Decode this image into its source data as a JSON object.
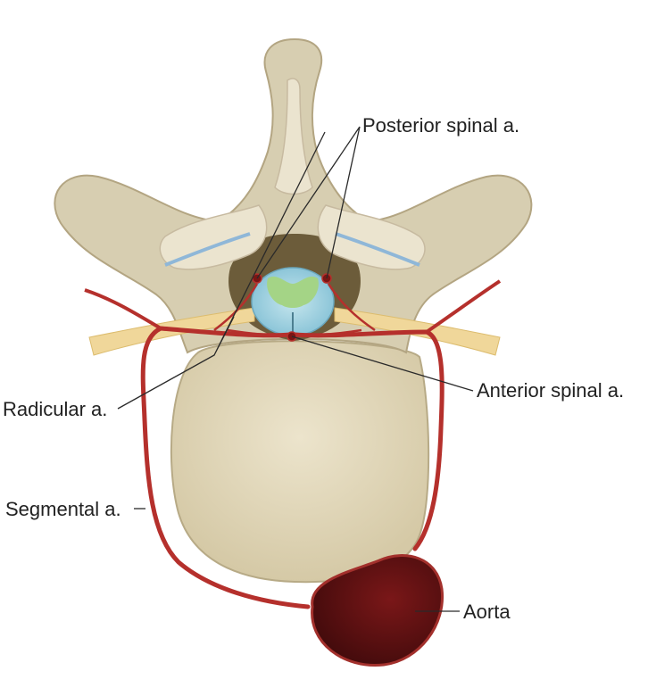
{
  "labels": {
    "posterior_spinal": "Posterior spinal a.",
    "anterior_spinal": "Anterior spinal a.",
    "radicular": "Radicular a.",
    "segmental": "Segmental a.",
    "aorta": "Aorta"
  },
  "colors": {
    "bone": "#d9d0b4",
    "bone_shadow": "#b8ab88",
    "cancellous": "#e8e1cc",
    "cord_gray": "#a4d486",
    "cord_white": "#9fd3e2",
    "artery": "#b5302c",
    "aorta": "#5a0f10",
    "nerve": "#f0d79a"
  }
}
